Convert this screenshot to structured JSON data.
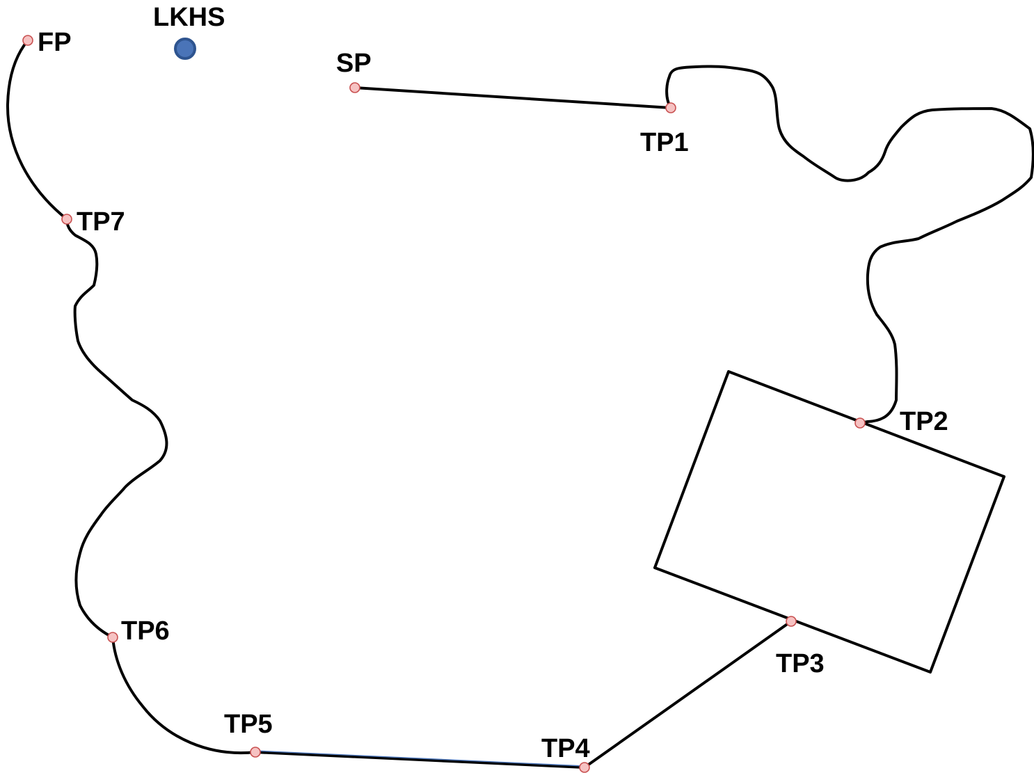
{
  "diagram": {
    "waypoints": [
      {
        "id": "SP",
        "label": "SP"
      },
      {
        "id": "TP1",
        "label": "TP1"
      },
      {
        "id": "TP2",
        "label": "TP2"
      },
      {
        "id": "TP3",
        "label": "TP3"
      },
      {
        "id": "TP4",
        "label": "TP4"
      },
      {
        "id": "TP5",
        "label": "TP5"
      },
      {
        "id": "TP6",
        "label": "TP6"
      },
      {
        "id": "TP7",
        "label": "TP7"
      },
      {
        "id": "FP",
        "label": "FP"
      }
    ],
    "landmark": {
      "label": "LKHS",
      "color": "#4a74b8"
    },
    "colors": {
      "route": "#000000",
      "waypoint_fill": "#f6c2c2",
      "waypoint_stroke": "#c85050",
      "tp4_tp5_accent": "#4a74b8"
    },
    "search_area": {
      "shape": "rectangle"
    }
  }
}
